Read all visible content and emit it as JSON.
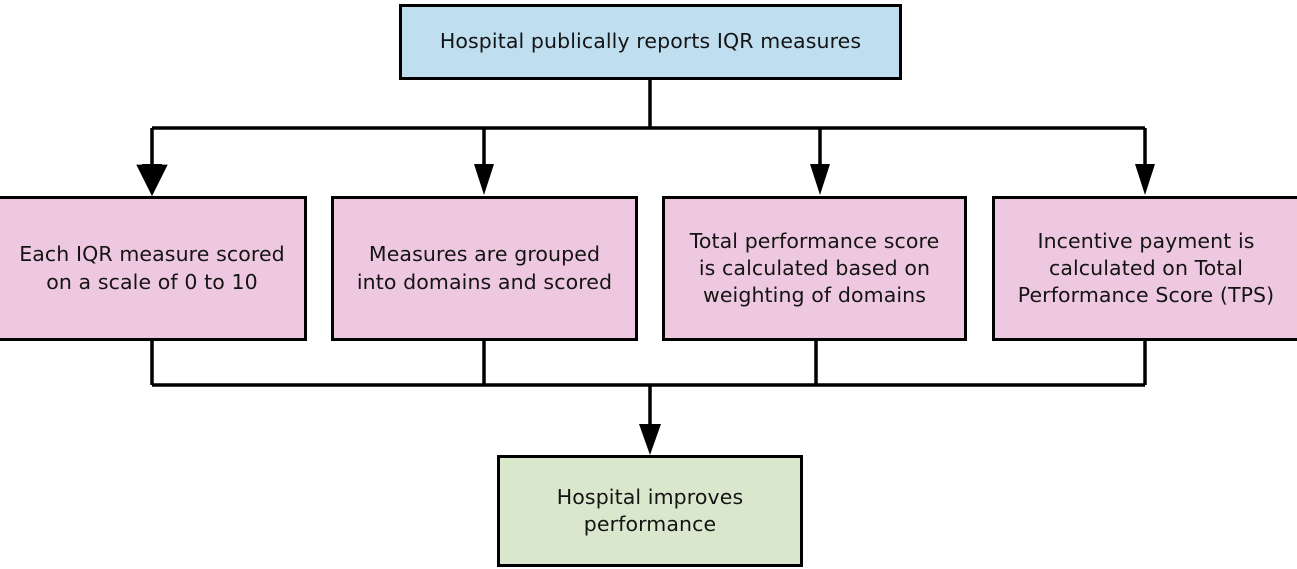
{
  "diagram": {
    "title_node": {
      "id": "hospital-reports",
      "label": "Hospital publically reports IQR measures",
      "fill": "#bfdff0"
    },
    "process_nodes": [
      {
        "id": "measure-scored",
        "label": "Each IQR measure scored\non a scale of 0 to 10",
        "fill": "#eec8e0"
      },
      {
        "id": "measures-grouped",
        "label": "Measures are grouped\ninto domains and scored",
        "fill": "#eec8e0"
      },
      {
        "id": "total-performance-score",
        "label": "Total performance score\nis calculated based on\nweighting of domains",
        "fill": "#eec8e0"
      },
      {
        "id": "incentive-payment",
        "label": "Incentive payment is\ncalculated on Total\nPerformance Score (TPS)",
        "fill": "#eec8e0"
      }
    ],
    "outcome_node": {
      "id": "hospital-improves",
      "label": "Hospital improves\nperformance",
      "fill": "#d9e8cd"
    },
    "colors": {
      "stroke": "#000000",
      "text": "#141414",
      "background": "#ffffff",
      "blue_fill": "#bfdff0",
      "pink_fill": "#eec8e0",
      "green_fill": "#d9e8cd"
    },
    "connectors": {
      "split_label": "one-to-many split",
      "merge_label": "many-to-one merge",
      "arrow_count": 5
    }
  }
}
